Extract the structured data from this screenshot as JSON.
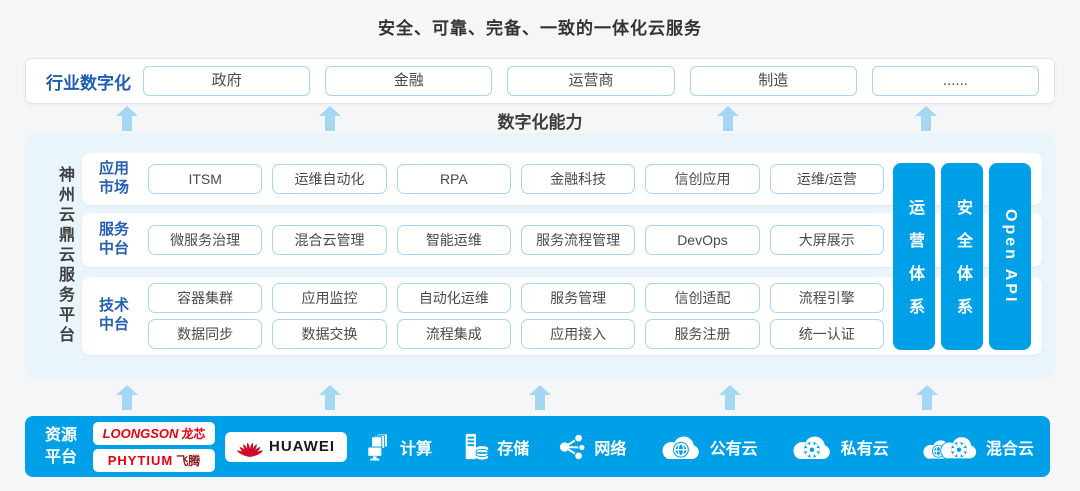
{
  "title": "安全、可靠、完备、一致的一体化云服务",
  "capability_label": "数字化能力",
  "industry_row": {
    "label": "行业数字化",
    "items": [
      "政府",
      "金融",
      "运营商",
      "制造",
      "......"
    ]
  },
  "platform": {
    "name_vertical": "神州云鼎云服务平台",
    "rows": [
      {
        "label_lines": [
          "应用",
          "市场"
        ],
        "items": [
          [
            "ITSM",
            "运维自动化",
            "RPA",
            "金融科技",
            "信创应用",
            "运维/运营"
          ]
        ]
      },
      {
        "label_lines": [
          "服务",
          "中台"
        ],
        "items": [
          [
            "微服务治理",
            "混合云管理",
            "智能运维",
            "服务流程管理",
            "DevOps",
            "大屏展示"
          ]
        ]
      },
      {
        "label_lines": [
          "技术",
          "中台"
        ],
        "items": [
          [
            "容器集群",
            "应用监控",
            "自动化运维",
            "服务管理",
            "信创适配",
            "流程引擎"
          ],
          [
            "数据同步",
            "数据交换",
            "流程集成",
            "应用接入",
            "服务注册",
            "统一认证"
          ]
        ]
      }
    ],
    "side_bars": [
      "运营体系",
      "安全体系",
      "Open API"
    ]
  },
  "resources": {
    "label_lines": [
      "资源",
      "平台"
    ],
    "vendors": [
      {
        "en": "LOONGSON",
        "cn": "龙芯"
      },
      {
        "en": "PHYTIUM",
        "cn": "飞腾"
      },
      {
        "en": "HUAWEI"
      }
    ],
    "items": [
      {
        "icon": "compute-icon",
        "label": "计算"
      },
      {
        "icon": "storage-icon",
        "label": "存储"
      },
      {
        "icon": "network-icon",
        "label": "网络"
      },
      {
        "icon": "public-cloud-icon",
        "label": "公有云"
      },
      {
        "icon": "private-cloud-icon",
        "label": "私有云"
      },
      {
        "icon": "hybrid-cloud-icon",
        "label": "混合云"
      }
    ]
  },
  "colors": {
    "accent_blue": "#00a0e9",
    "arrow_blue": "#a5d7f3",
    "platform_bg": "#e9f4fb",
    "box_border": "#a9d6ef",
    "label_blue": "#1f5cb4",
    "loongson_red": "#e60012",
    "huawei_red": "#cf0a2c",
    "text_dark": "#3c3c3c"
  }
}
